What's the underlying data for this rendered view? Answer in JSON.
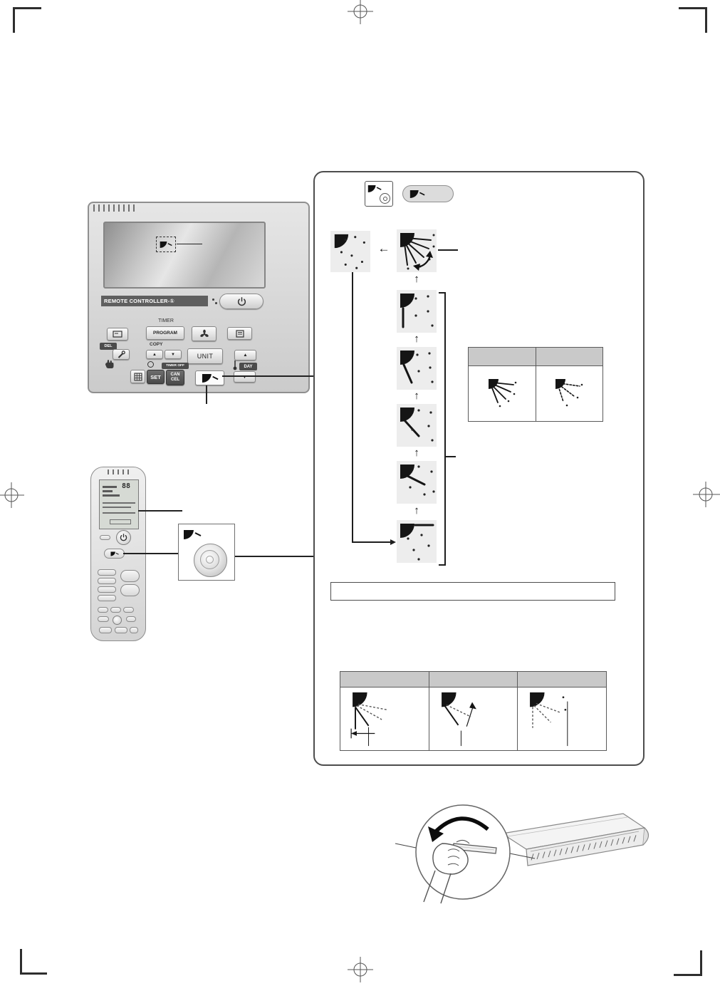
{
  "wired_remote": {
    "name_label": "REMOTE CONTROLLER-①",
    "timer_section": "TIMER",
    "program": "PROGRAM",
    "copy": "COPY",
    "del": "DEL",
    "unit": "UNIT",
    "set": "SET",
    "cancel_line1": "CAN",
    "cancel_line2": "CEL",
    "day": "DAY",
    "timer_off": "TIMER OFF"
  },
  "wireless_remote": {
    "lcd_value": "88"
  },
  "icons": {
    "up_triangle": "▲",
    "down_triangle": "▼",
    "left_arrow": "←",
    "up_arrow": "↑"
  },
  "colors": {
    "panel_border": "#4d4d4d",
    "table_header": "#c9c9c9",
    "remote_body": "#d9d9d9",
    "dark_button": "#4c4c4c",
    "ink": "#1d1d1d"
  }
}
